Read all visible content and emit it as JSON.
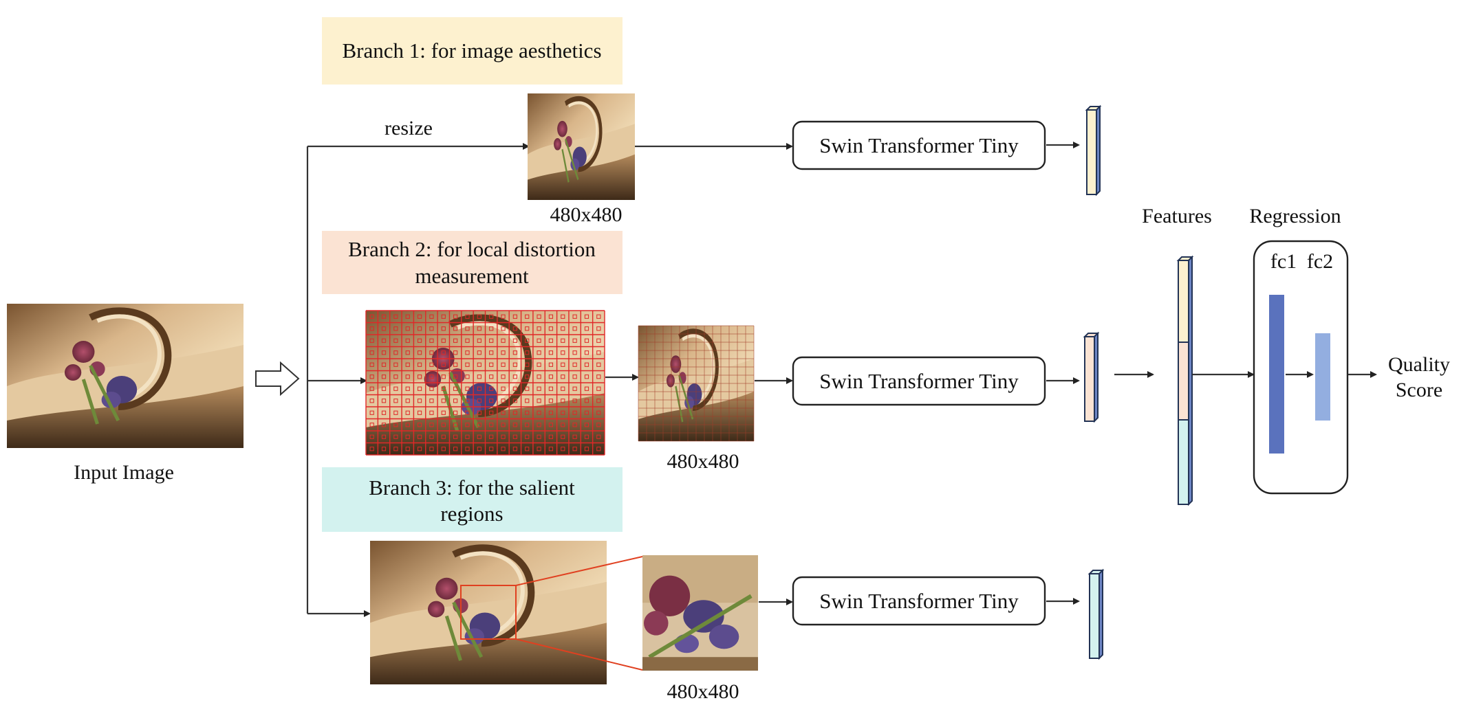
{
  "branches": {
    "b1_label": "Branch 1: for image aesthetics",
    "b2_label_line1": "Branch 2: for local distortion",
    "b2_label_line2": "measurement",
    "b3_label_line1": "Branch 3: for the salient",
    "b3_label_line2": "regions"
  },
  "input_label": "Input Image",
  "resize_label": "resize",
  "size_labels": [
    "480x480",
    "480x480",
    "480x480"
  ],
  "encoder_label": "Swin Transformer Tiny",
  "features_label": "Features",
  "regression_label": "Regression",
  "fc1_label": "fc1",
  "fc2_label": "fc2",
  "output_line1": "Quality",
  "output_line2": "Score",
  "colors": {
    "branch1": "#fdf1cf",
    "branch2": "#fbe3d3",
    "branch3": "#d3f2ef",
    "fc1": "#5a72bd",
    "fc2": "#93aee0",
    "grid": "#e02828"
  }
}
